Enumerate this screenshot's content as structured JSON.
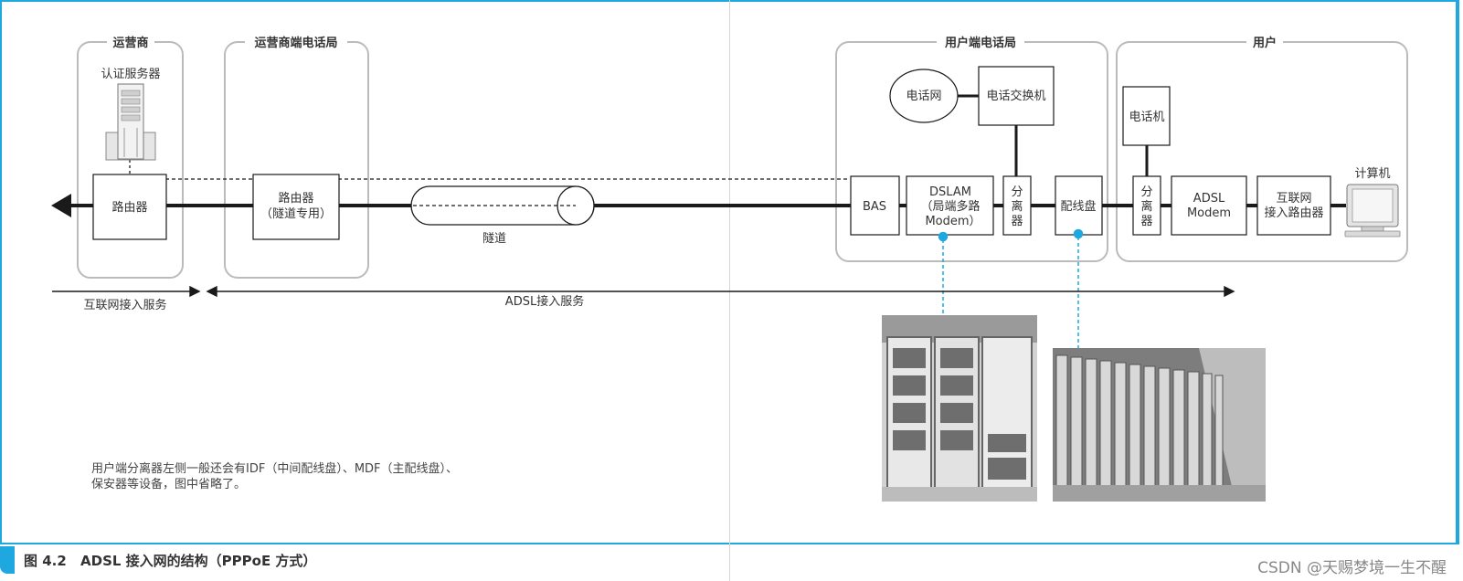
{
  "groups": {
    "carrier": "运营商",
    "carrier_office": "运营商端电话局",
    "user_office": "用户端电话局",
    "user": "用户"
  },
  "labels": {
    "auth_server": "认证服务器",
    "router": "路由器",
    "router_tunnel_line1": "路由器",
    "router_tunnel_line2": "（隧道专用）",
    "tunnel": "隧道",
    "phone_net": "电话网",
    "phone_switch": "电话交换机",
    "phone": "电话机",
    "bas": "BAS",
    "dslam_line1": "DSLAM",
    "dslam_line2": "（局端多路",
    "dslam_line3": "Modem）",
    "splitter_office": [
      "分",
      "离",
      "器"
    ],
    "splitter_user": [
      "分",
      "离",
      "器"
    ],
    "mdf": "配线盘",
    "adsl_modem_line1": "ADSL",
    "adsl_modem_line2": "Modem",
    "access_router_line1": "互联网",
    "access_router_line2": "接入路由器",
    "computer": "计算机",
    "internet_service": "互联网接入服务",
    "adsl_service": "ADSL接入服务"
  },
  "note": {
    "line1": "用户端分离器左侧一般还会有IDF（中间配线盘）、MDF（主配线盘）、",
    "line2": "保安器等设备，图中省略了。"
  },
  "caption": {
    "number": "图 4.2",
    "title": "ADSL 接入网的结构（PPPoE 方式）"
  },
  "watermark": "CSDN @天赐梦境一生不醒",
  "colors": {
    "frame": "#1fa8e0",
    "group_border": "#bbbbbb",
    "line": "#1a1a1a",
    "leader": "#1fa8e0"
  }
}
